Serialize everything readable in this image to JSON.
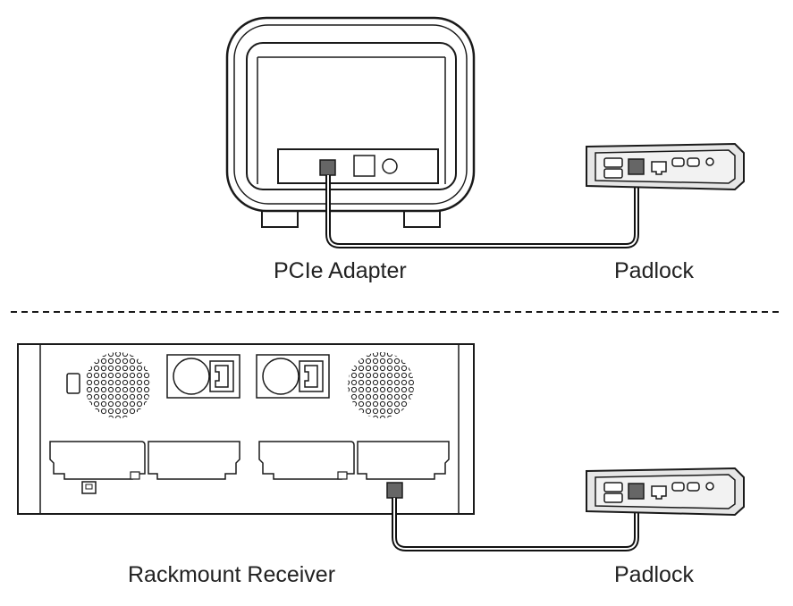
{
  "labels": {
    "pcie_adapter": "PCIe Adapter",
    "padlock_top": "Padlock",
    "rackmount_receiver": "Rackmount Receiver",
    "padlock_bottom": "Padlock"
  },
  "colors": {
    "stroke": "#1a1a1a",
    "device_fill": "#e6e6e6",
    "face_fill": "#f2f2f2",
    "port_fill": "#666666",
    "cable_outer": "#111111",
    "cable_inner": "#ffffff"
  }
}
